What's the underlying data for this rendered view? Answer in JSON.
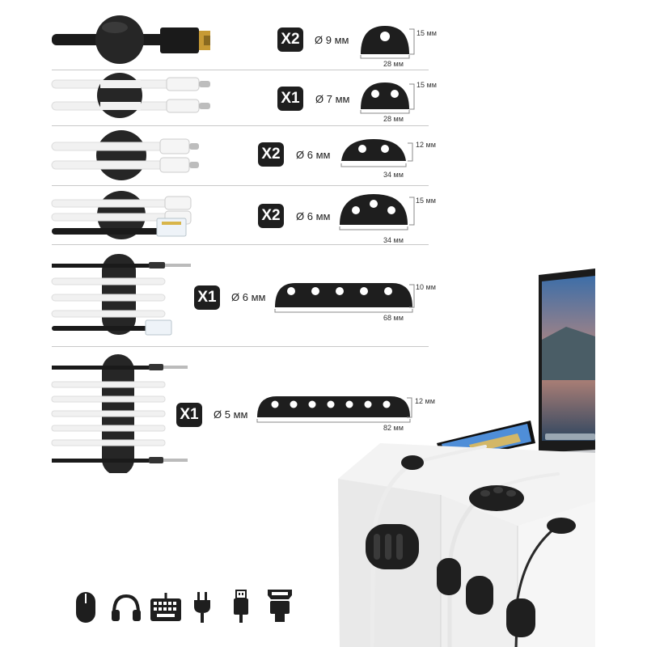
{
  "rows": [
    {
      "qty": "X2",
      "diameter": "Ø 9 мм",
      "height": "15 мм",
      "width": "28 мм"
    },
    {
      "qty": "X1",
      "diameter": "Ø 7 мм",
      "height": "15 мм",
      "width": "28 мм"
    },
    {
      "qty": "X2",
      "diameter": "Ø 6 мм",
      "height": "12 мм",
      "width": "34 мм"
    },
    {
      "qty": "X2",
      "diameter": "Ø 6 мм",
      "height": "15 мм",
      "width": "34 мм"
    },
    {
      "qty": "X1",
      "diameter": "Ø 6 мм",
      "height": "10 мм",
      "width": "68 мм"
    },
    {
      "qty": "X1",
      "diameter": "Ø 5 мм",
      "height": "12 мм",
      "width": "82 мм"
    }
  ],
  "icons": [
    "mouse-icon",
    "headphones-icon",
    "keyboard-icon",
    "power-plug-icon",
    "usb-plug-icon",
    "hdmi-plug-icon"
  ],
  "colors": {
    "clip": "#1e1e1e",
    "cable_black": "#1a1a1a",
    "cable_white": "#f1f1f1",
    "badge": "#1e1e1e",
    "separator": "#c8c8c8"
  }
}
